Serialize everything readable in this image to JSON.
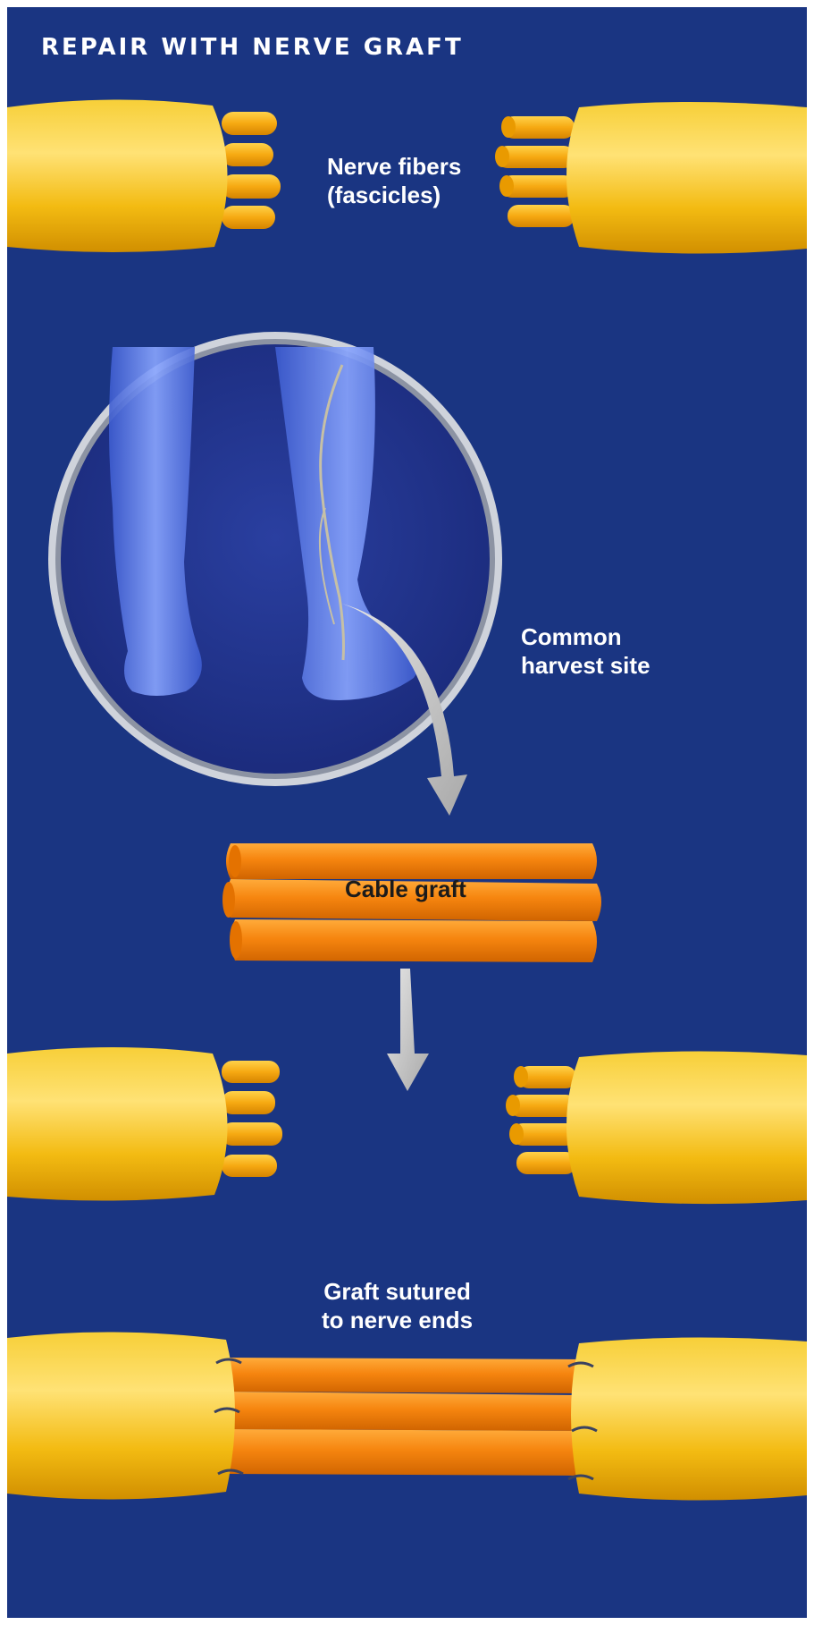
{
  "title": "REPAIR WITH NERVE GRAFT",
  "labels": {
    "fibers_line1": "Nerve fibers",
    "fibers_line2": "(fascicles)",
    "harvest_line1": "Common",
    "harvest_line2": "harvest site",
    "cable_graft": "Cable graft",
    "sutured_line1": "Graft sutured",
    "sutured_line2": "to nerve ends"
  },
  "colors": {
    "background": "#1a3582",
    "nerve": "#f1b716",
    "graft": "#f58a14",
    "arrow": "#c8c8c8",
    "leg": "#5a78e0"
  }
}
